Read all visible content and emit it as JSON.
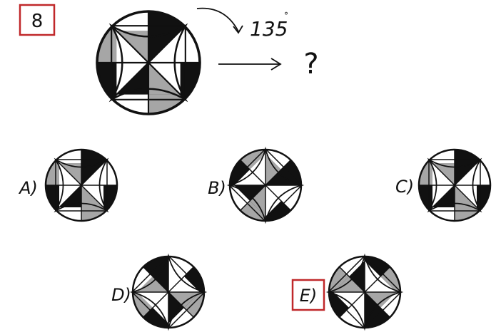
{
  "puzzle": {
    "number": "8",
    "rotation_label": "135",
    "degree_mark": "°",
    "question_mark": "?"
  },
  "options": [
    {
      "label": "A)",
      "answer": false
    },
    {
      "label": "B)",
      "answer": false
    },
    {
      "label": "C)",
      "answer": false
    },
    {
      "label": "D)",
      "answer": false
    },
    {
      "label": "E)",
      "answer": true
    }
  ],
  "colors": {
    "ink": "#111111",
    "gray": "#a6a6a6",
    "white": "#ffffff",
    "answer_box": "#c0282a"
  }
}
